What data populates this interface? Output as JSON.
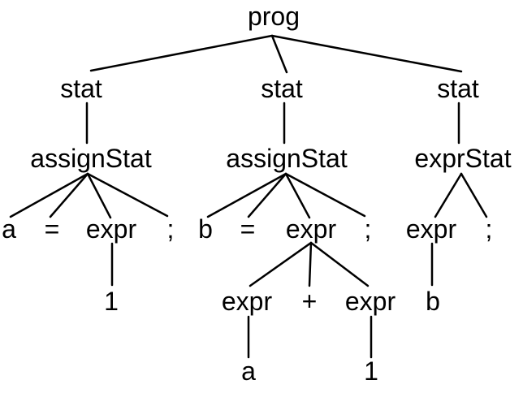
{
  "diagram": {
    "type": "parse-tree",
    "background_color": "#ffffff",
    "text_color": "#000000",
    "edge_color": "#000000",
    "tree": {
      "label": "prog",
      "children": [
        {
          "label": "stat",
          "children": [
            {
              "label": "assignStat",
              "children": [
                {
                  "label": "a"
                },
                {
                  "label": "="
                },
                {
                  "label": "expr",
                  "children": [
                    {
                      "label": "1"
                    }
                  ]
                },
                {
                  "label": ";"
                }
              ]
            }
          ]
        },
        {
          "label": "stat",
          "children": [
            {
              "label": "assignStat",
              "children": [
                {
                  "label": "b"
                },
                {
                  "label": "="
                },
                {
                  "label": "expr",
                  "children": [
                    {
                      "label": "expr",
                      "children": [
                        {
                          "label": "a"
                        }
                      ]
                    },
                    {
                      "label": "+"
                    },
                    {
                      "label": "expr",
                      "children": [
                        {
                          "label": "1"
                        }
                      ]
                    }
                  ]
                },
                {
                  "label": ";"
                }
              ]
            }
          ]
        },
        {
          "label": "stat",
          "children": [
            {
              "label": "exprStat",
              "children": [
                {
                  "label": "expr",
                  "children": [
                    {
                      "label": "b"
                    }
                  ]
                },
                {
                  "label": ";"
                }
              ]
            }
          ]
        }
      ]
    }
  }
}
